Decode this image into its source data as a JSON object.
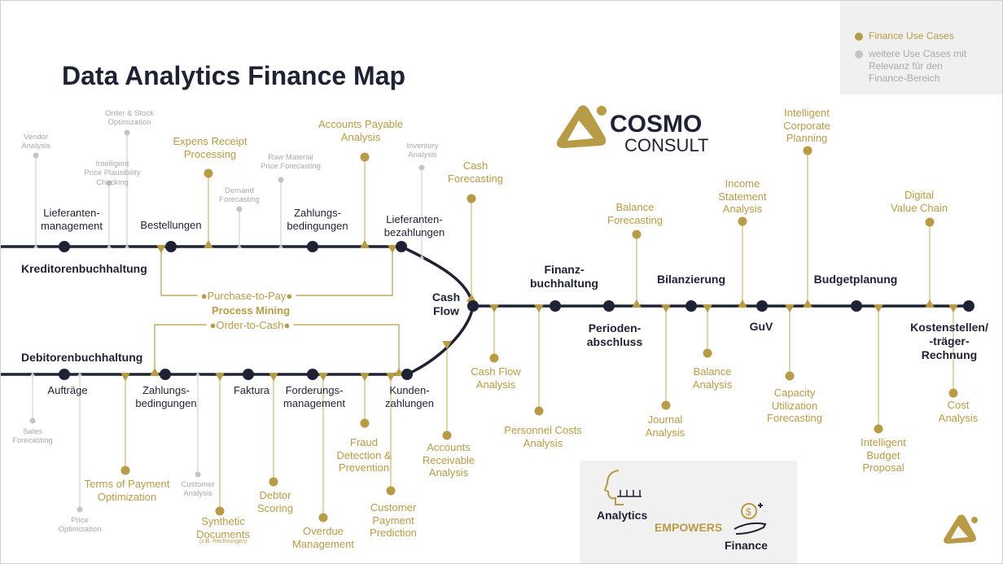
{
  "title": "Data Analytics Finance Map",
  "legend": {
    "finance": "Finance Use Cases",
    "other": "weitere Use Cases mit\nRelevanz für den\nFinance-Bereich",
    "finance_color": "#b89b46",
    "other_color": "#c4c4c4"
  },
  "logo": {
    "line1": "COSMO",
    "line2": "CONSULT"
  },
  "colors": {
    "navy": "#1e2233",
    "gold": "#b89b46",
    "gray": "#c4c4c4"
  },
  "stations": {
    "lieferantenmanagement": "Lieferanten-\nmanagement",
    "bestellungen": "Bestellungen",
    "zahlungsbedingungen_k": "Zahlungs-\nbedingungen",
    "lieferantenbezahlungen": "Lieferanten-\nbezahlungen",
    "kreditoren": "Kreditorenbuchhaltung",
    "debitoren": "Debitorenbuchhaltung",
    "auftraege": "Aufträge",
    "zahlungsbedingungen_d": "Zahlungs-\nbedingungen",
    "faktura": "Faktura",
    "forderungsmanagement": "Forderungs-\nmanagement",
    "kundenzahlungen": "Kunden-\nzahlungen",
    "cashflow": "Cash\nFlow",
    "finanzbuchhaltung": "Finanz-\nbuchhaltung",
    "periodenabschluss": "Perioden-\nabschluss",
    "bilanzierung": "Bilanzierung",
    "guv": "GuV",
    "budgetplanung": "Budgetplanung",
    "kostenstellen": "Kostenstellen/\n-träger-Rechnung"
  },
  "process_mining": {
    "title": "Process Mining",
    "p2p": "Purchase-to-Pay",
    "o2c": "Order-to-Cash"
  },
  "finance_cases": {
    "expens": "Expens Receipt\nProcessing",
    "ap": "Accounts Payable\nAnalysis",
    "cashfc": "Cash\nForecasting",
    "balfc": "Balance\nForecasting",
    "income": "Income\nStatement\nAnalysis",
    "icp": "Intelligent\nCorporate\nPlanning",
    "dvc": "Digital\nValue Chain",
    "cfa": "Cash Flow\nAnalysis",
    "pcost": "Personnel Costs\nAnalysis",
    "journal": "Journal\nAnalysis",
    "balan": "Balance\nAnalysis",
    "cap": "Capacity\nUtilization\nForecasting",
    "budget": "Intelligent\nBudget\nProposal",
    "cost": "Cost Analysis",
    "terms": "Terms of Payment\nOptimization",
    "synth": "Synthetic\nDocuments",
    "synth_note": "(z.B. Rechnungen)",
    "debtor": "Debtor\nScoring",
    "overdue": "Overdue\nManagement",
    "fraud": "Fraud\nDetection &\nPrevention",
    "cpp": "Customer\nPayment\nPrediction",
    "ar": "Accounts\nReceivable\nAnalysis"
  },
  "other_cases": {
    "vendor": "Vendor\nAnalysis",
    "order": "Order & Stock\nOptimization",
    "ipp": "Intelligent\nPrice Plausibility\nChecking",
    "raw": "Raw Material\nPrice Forecasting",
    "demand": "Demand\nForecasting",
    "inventory": "Inventory\nAnalysis",
    "sales": "Sales\nForecasting",
    "price": "Price\nOptimization",
    "cust": "Customer\nAnalysis"
  },
  "empowers": {
    "analytics": "Analytics",
    "empowers": "EMPOWERS",
    "finance": "Finance"
  }
}
